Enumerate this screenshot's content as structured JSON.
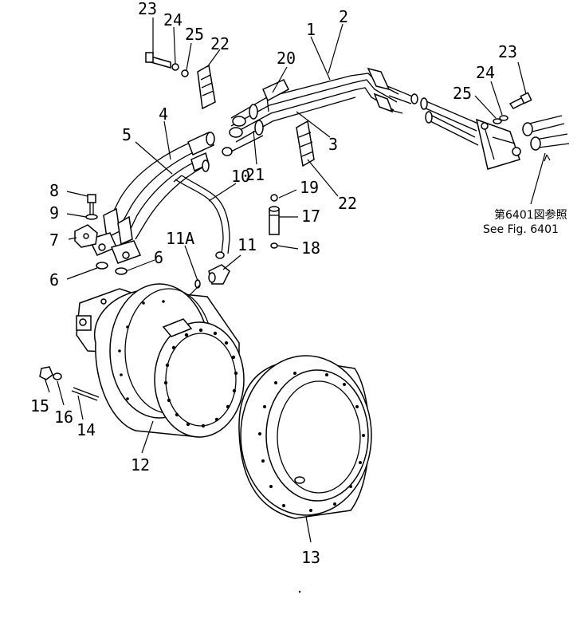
{
  "diagram": {
    "part_labels": {
      "p1": "1",
      "p2": "2",
      "p3": "3",
      "p4": "4",
      "p5": "5",
      "p6a": "6",
      "p6b": "6",
      "p7": "7",
      "p8": "8",
      "p9": "9",
      "p10": "10",
      "p11": "11",
      "p11a": "11A",
      "p12": "12",
      "p13": "13",
      "p14": "14",
      "p15": "15",
      "p16": "16",
      "p17": "17",
      "p18": "18",
      "p19": "19",
      "p20": "20",
      "p21": "21",
      "p22a": "22",
      "p22b": "22",
      "p23a": "23",
      "p23b": "23",
      "p24a": "24",
      "p24b": "24",
      "p25a": "25",
      "p25b": "25"
    },
    "reference_note": {
      "japanese": "第6401図参照",
      "english": "See Fig. 6401"
    }
  }
}
